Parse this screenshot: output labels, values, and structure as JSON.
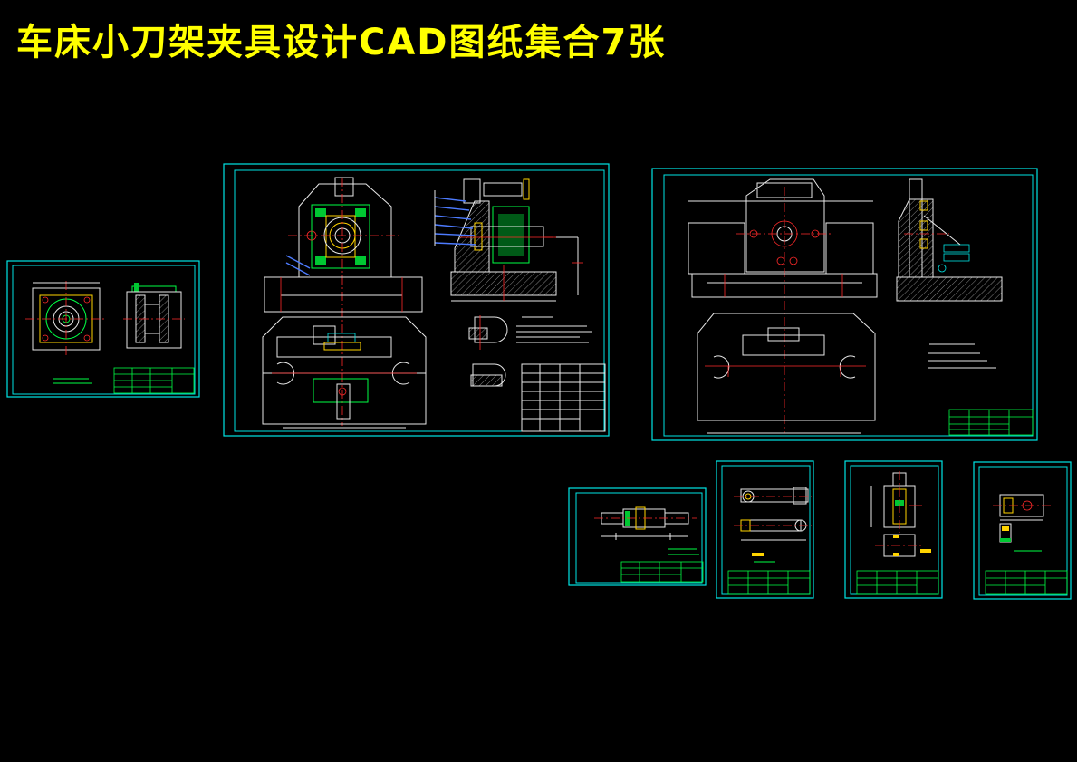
{
  "title": {
    "text": "车床小刀架夹具设计CAD图纸集合7张",
    "color": "#ffff00"
  },
  "colors": {
    "background": "#000000",
    "frame": "#00e5e5",
    "outline": "#e8e8e8",
    "centerline": "#ff2a2a",
    "part_green": "#00ff44",
    "part_yellow": "#ffd400",
    "leader_blue": "#4d7bff"
  },
  "sheets": [
    {
      "id": "sheet-1",
      "kind": "part-flange"
    },
    {
      "id": "sheet-2",
      "kind": "fixture-assembly"
    },
    {
      "id": "sheet-3",
      "kind": "fixture-body"
    },
    {
      "id": "sheet-4",
      "kind": "shaft"
    },
    {
      "id": "sheet-5",
      "kind": "lever"
    },
    {
      "id": "sheet-6",
      "kind": "bushing"
    },
    {
      "id": "sheet-7",
      "kind": "clamp-block"
    }
  ]
}
